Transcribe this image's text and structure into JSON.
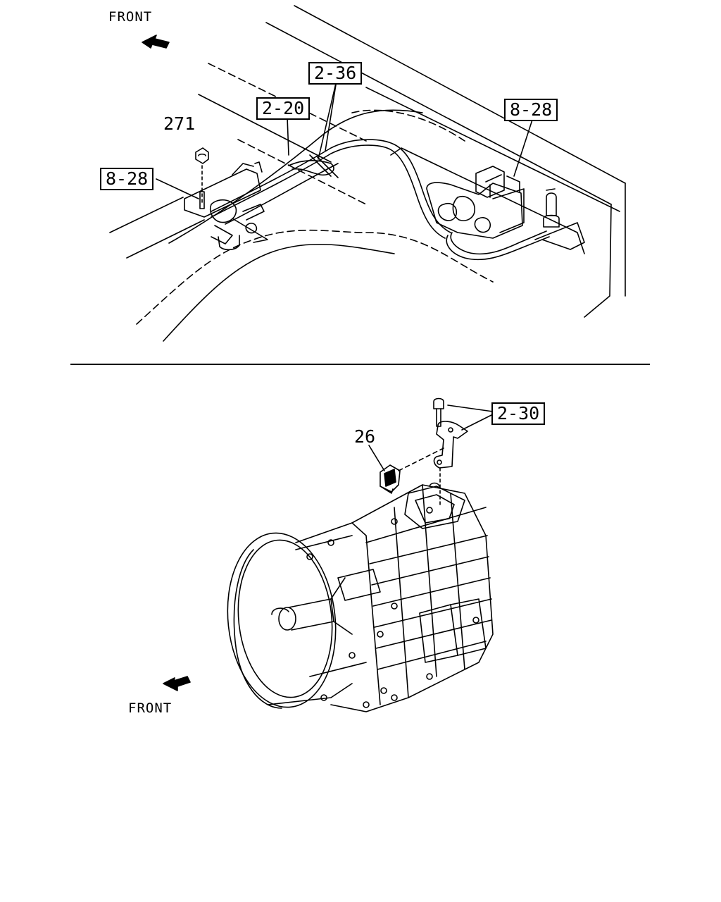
{
  "top_view": {
    "front_label": "FRONT",
    "callouts": {
      "c236": "2-36",
      "c220": "2-20",
      "c828_right": "8-28",
      "c828_left": "8-28",
      "c271": "271"
    }
  },
  "bottom_view": {
    "front_label": "FRONT",
    "callouts": {
      "c230": "2-30",
      "c26": "26"
    }
  }
}
